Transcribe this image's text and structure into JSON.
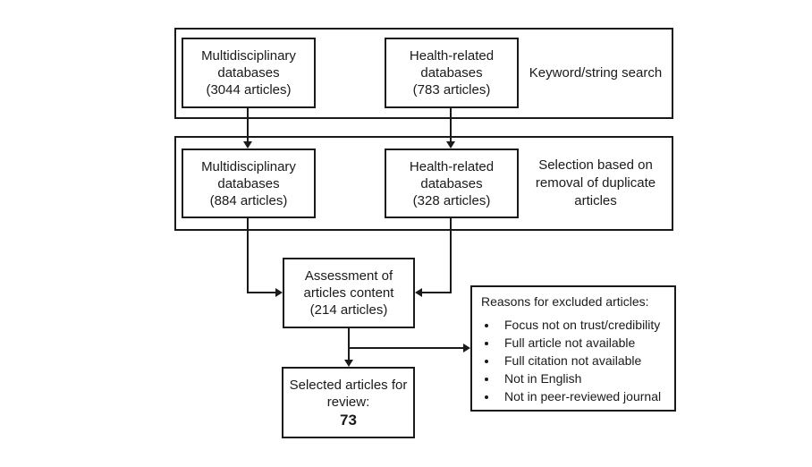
{
  "ink_color": "#1a1a1a",
  "flow": {
    "row1": {
      "label": "Keyword/string search",
      "multi": {
        "lines": [
          "Multidisciplinary",
          "databases",
          "(3044 articles)"
        ]
      },
      "health": {
        "lines": [
          "Health-related",
          "databases",
          "(783 articles)"
        ]
      }
    },
    "row2": {
      "label_lines": [
        "Selection based on",
        "removal of duplicate",
        "articles"
      ],
      "multi": {
        "lines": [
          "Multidisciplinary",
          "databases",
          "(884 articles)"
        ]
      },
      "health": {
        "lines": [
          "Health-related",
          "databases",
          "(328 articles)"
        ]
      }
    },
    "assessment": {
      "lines": [
        "Assessment of",
        "articles content",
        "(214 articles)"
      ]
    },
    "selected": {
      "lines": [
        "Selected articles for",
        "review:"
      ],
      "count": "73"
    },
    "excluded": {
      "title": "Reasons for excluded articles:",
      "bullets": [
        "Focus not on trust/credibility",
        "Full article not available",
        "Full citation not available",
        "Not in English",
        "Not in peer-reviewed journal"
      ]
    }
  }
}
